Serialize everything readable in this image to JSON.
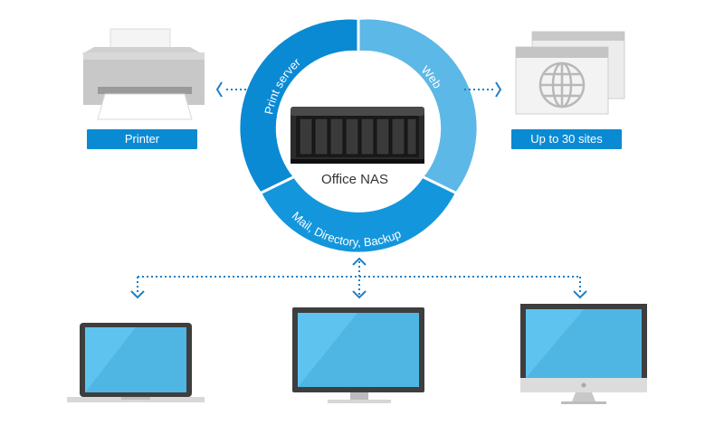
{
  "devices": {
    "printer": {
      "label": "Printer"
    },
    "web": {
      "label": "Up to 30 sites"
    },
    "nas": {
      "label": "Office NAS"
    }
  },
  "ring": {
    "print_server": "Print server",
    "web": "Web",
    "mail": "Mail, Directory, Backup"
  },
  "clients": [
    {
      "name": "laptop"
    },
    {
      "name": "monitor"
    },
    {
      "name": "imac"
    }
  ],
  "colors": {
    "ring_dark": "#0b8ad4",
    "ring_light": "#5cb8e6",
    "screen": "#5ec4ef",
    "device_gray": "#c8c8c8",
    "dotted": "#1e7fc4"
  }
}
